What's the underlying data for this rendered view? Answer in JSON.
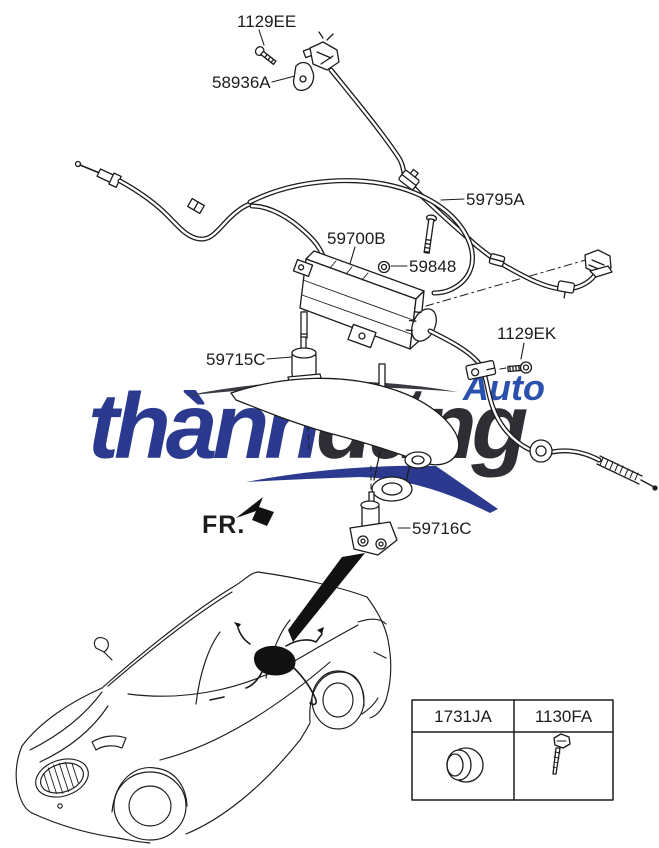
{
  "theme": {
    "ink": "#1c1c1c",
    "bg": "#ffffff",
    "wm-blue": "#2b3a8e",
    "wm-dark": "#2e2e34",
    "wm-accent": "#2a52ad"
  },
  "labels": {
    "p1129ee": "1129EE",
    "p58936a": "58936A",
    "p59795a": "59795A",
    "p59700b": "59700B",
    "p59848": "59848",
    "p1129ek": "1129EK",
    "p59715c": "59715C",
    "p59716c": "59716C",
    "fr": "FR."
  },
  "watermark": {
    "word_blue": "thành",
    "word_dark": "dũng",
    "accent": "Auto"
  },
  "table": {
    "headers": [
      "1731JA",
      "1130FA"
    ],
    "icons": [
      "plug-icon",
      "bolt-icon"
    ]
  }
}
